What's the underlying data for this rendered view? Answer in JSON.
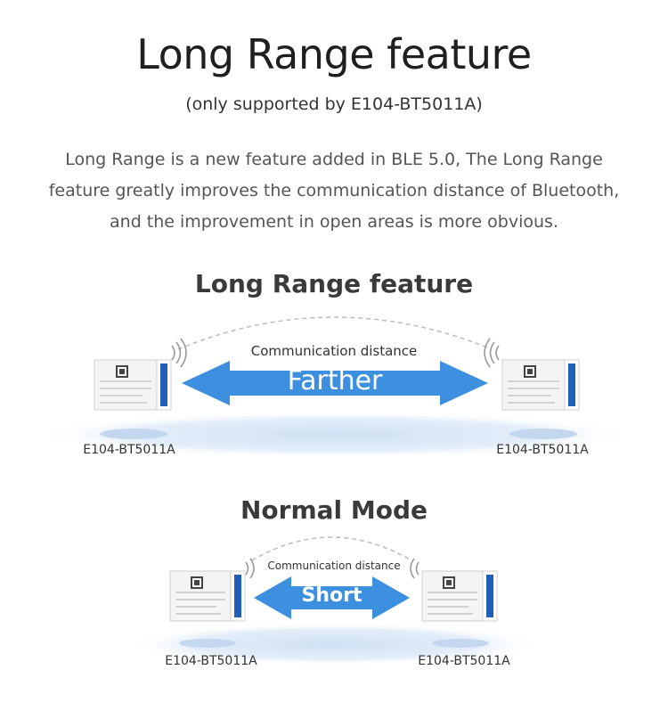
{
  "header": {
    "title": "Long Range feature",
    "subtitle": "(only supported by E104-BT5011A)",
    "description": "Long Range is a new feature added in BLE 5.0, The Long Range feature greatly improves the communication distance of Bluetooth, and the improvement in open areas is more obvious."
  },
  "long_range": {
    "heading": "Long Range feature",
    "comm_label": "Communication distance",
    "arrow_label": "Farther",
    "device_left": "E104-BT5011A",
    "device_right": "E104-BT5011A"
  },
  "normal_mode": {
    "heading": "Normal Mode",
    "comm_label": "Communication distance",
    "arrow_label": "Short",
    "device_left": "E104-BT5011A",
    "device_right": "E104-BT5011A"
  },
  "colors": {
    "arrow_blue": "#3d8fe0",
    "module_accent": "#1f5fb8",
    "ground_blue": "#dbe8f6"
  }
}
